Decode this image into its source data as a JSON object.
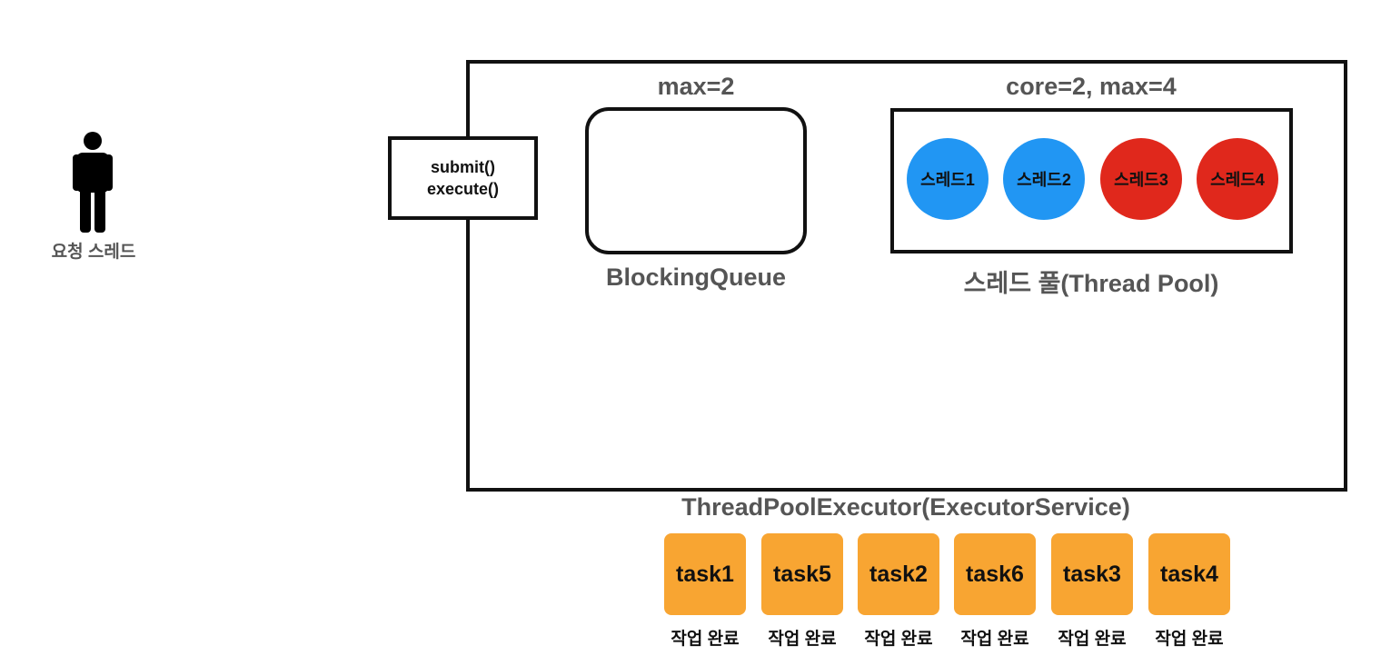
{
  "requester": {
    "label": "요청 스레드"
  },
  "submit": {
    "line1": "submit()",
    "line2": "execute()"
  },
  "queue": {
    "max_label": "max=2",
    "name": "BlockingQueue"
  },
  "thread_pool": {
    "config_label": "core=2, max=4",
    "name": "스레드 풀(Thread Pool)",
    "threads": [
      {
        "label": "스레드1",
        "color": "#2196F3"
      },
      {
        "label": "스레드2",
        "color": "#2196F3"
      },
      {
        "label": "스레드3",
        "color": "#E0281C"
      },
      {
        "label": "스레드4",
        "color": "#E0281C"
      }
    ]
  },
  "executor": {
    "title": "ThreadPoolExecutor(ExecutorService)"
  },
  "tasks": [
    {
      "label": "task1",
      "status": "작업 완료"
    },
    {
      "label": "task5",
      "status": "작업 완료"
    },
    {
      "label": "task2",
      "status": "작업 완료"
    },
    {
      "label": "task6",
      "status": "작업 완료"
    },
    {
      "label": "task3",
      "status": "작업 완료"
    },
    {
      "label": "task4",
      "status": "작업 완료"
    }
  ],
  "colors": {
    "task": "#F8A532",
    "core_thread": "#2196F3",
    "extra_thread": "#E0281C"
  }
}
